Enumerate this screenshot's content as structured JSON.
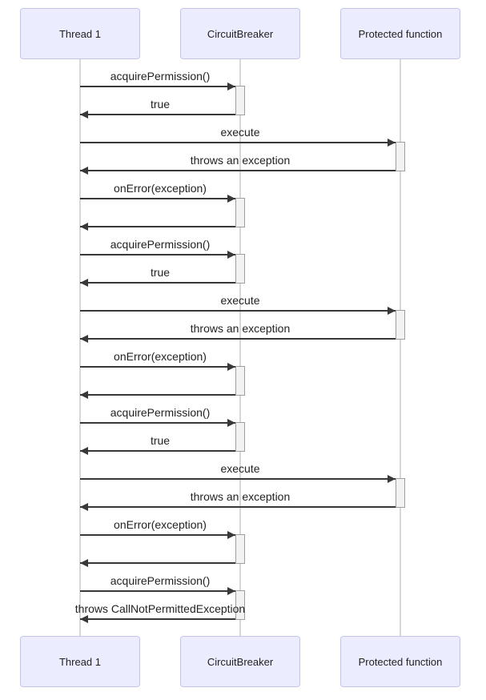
{
  "diagram": {
    "type": "sequence-diagram",
    "actors": [
      {
        "name": "Thread 1"
      },
      {
        "name": "CircuitBreaker"
      },
      {
        "name": "Protected function"
      }
    ],
    "messages": [
      {
        "from": 0,
        "to": 1,
        "label": "acquirePermission()"
      },
      {
        "from": 1,
        "to": 0,
        "label": "true"
      },
      {
        "from": 0,
        "to": 2,
        "label": "execute"
      },
      {
        "from": 2,
        "to": 0,
        "label": "throws an exception"
      },
      {
        "from": 0,
        "to": 1,
        "label": "onError(exception)"
      },
      {
        "from": 1,
        "to": 0,
        "label": ""
      },
      {
        "from": 0,
        "to": 1,
        "label": "acquirePermission()"
      },
      {
        "from": 1,
        "to": 0,
        "label": "true"
      },
      {
        "from": 0,
        "to": 2,
        "label": "execute"
      },
      {
        "from": 2,
        "to": 0,
        "label": "throws an exception"
      },
      {
        "from": 0,
        "to": 1,
        "label": "onError(exception)"
      },
      {
        "from": 1,
        "to": 0,
        "label": ""
      },
      {
        "from": 0,
        "to": 1,
        "label": "acquirePermission()"
      },
      {
        "from": 1,
        "to": 0,
        "label": "true"
      },
      {
        "from": 0,
        "to": 2,
        "label": "execute"
      },
      {
        "from": 2,
        "to": 0,
        "label": "throws an exception"
      },
      {
        "from": 0,
        "to": 1,
        "label": "onError(exception)"
      },
      {
        "from": 1,
        "to": 0,
        "label": ""
      },
      {
        "from": 0,
        "to": 1,
        "label": "acquirePermission()"
      },
      {
        "from": 1,
        "to": 0,
        "label": "throws CallNotPermittedException"
      }
    ],
    "colors": {
      "actor_fill": "#ececff",
      "actor_border": "#c3c3ee",
      "lifeline": "#d8d8d8",
      "arrow": "#383838",
      "activation_fill": "#f2f2f2",
      "activation_border": "#9e9e9e",
      "text": "#222222"
    }
  }
}
